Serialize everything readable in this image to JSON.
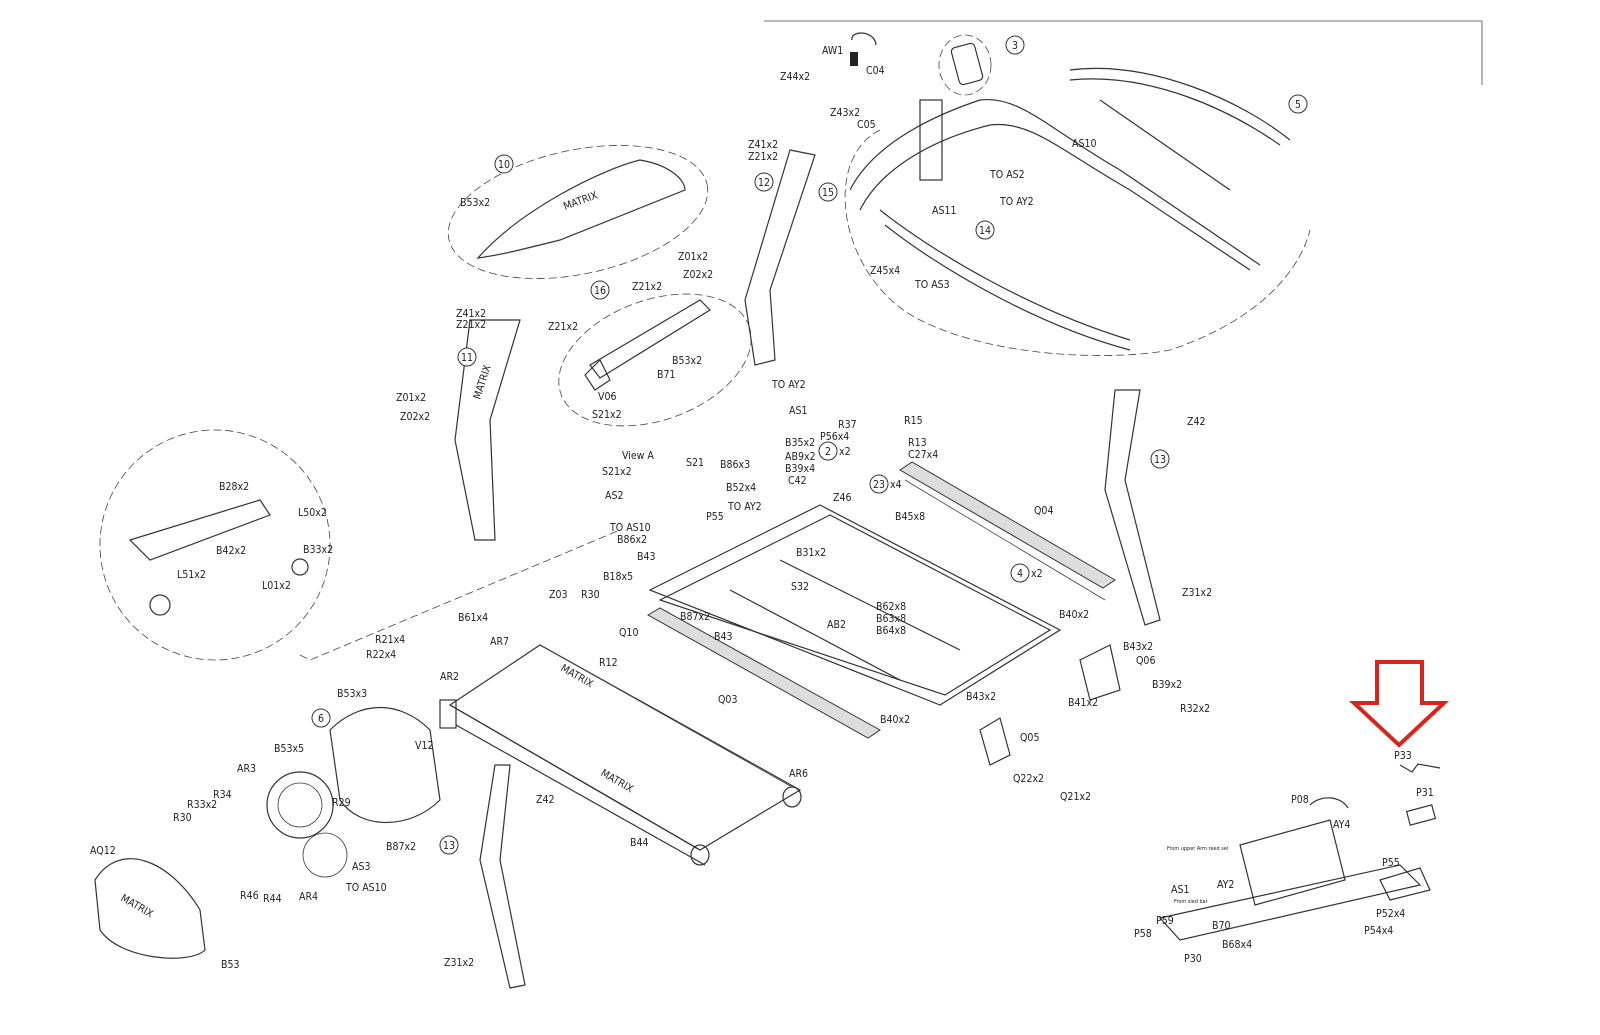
{
  "diagram": {
    "brand_text": [
      "MATRIX",
      "MATRIX",
      "MATRIX",
      "MATRIX",
      "MATRIX"
    ],
    "highlight_color": "#d9241c",
    "highlight_icon": "down-arrow-icon",
    "callouts": [
      "3",
      "5",
      "15",
      "14",
      "12",
      "10",
      "16",
      "11",
      "2",
      "23",
      "13",
      "4",
      "6",
      "13"
    ],
    "callout_suffix": {
      "2": "x2",
      "23": "x4",
      "4": "x2"
    },
    "labels": [
      "AW1",
      "C04",
      "Z44x2",
      "Z43x2",
      "C05",
      "AS10",
      "TO AS2",
      "TO AY2",
      "AS11",
      "Z45x4",
      "TO AS3",
      "Z41x2",
      "Z21x2",
      "B53x2",
      "Z01x2",
      "Z02x2",
      "Z21x2",
      "Z21x2",
      "Z41x2",
      "Z21x2",
      "Z01x2",
      "Z02x2",
      "B53x2",
      "B71",
      "V06",
      "S21x2",
      "TO AY2",
      "AS1",
      "R15",
      "R37",
      "P56x4",
      "R13",
      "C27x4",
      "B35x2",
      "AB9x2",
      "B86x3",
      "B39x4",
      "C42",
      "View A",
      "S21",
      "S21x2",
      "Z42",
      "AS2",
      "B52x4",
      "TO AY2",
      "Z46",
      "Q04",
      "B45x8",
      "P55",
      "TO AS10",
      "B86x2",
      "B31x2",
      "B43",
      "B18x5",
      "S32",
      "Z31x2",
      "B28x2",
      "L50x2",
      "B42x2",
      "B33x2",
      "L51x2",
      "L01x2",
      "B61x4",
      "Z03",
      "R30",
      "B87x2",
      "Q10",
      "B43",
      "AB2",
      "B62x8",
      "B63x8",
      "B64x8",
      "B40x2",
      "R21x4",
      "R22x4",
      "AR7",
      "R12",
      "B43x2",
      "Q06",
      "AR2",
      "B53x3",
      "B43x2",
      "Q03",
      "B41x2",
      "B39x2",
      "R32x2",
      "B53x5",
      "V12",
      "B40x2",
      "Q05",
      "AR3",
      "R34",
      "R33x2",
      "R29",
      "R30",
      "AR6",
      "Z42",
      "Q22x2",
      "Q21x2",
      "P33",
      "P31",
      "P08",
      "AY4",
      "AQ12",
      "B87x2",
      "B44",
      "AS3",
      "TO AS10",
      "R46",
      "R44",
      "AR4",
      "Z31x2",
      "B53",
      "AS1",
      "AY2",
      "P55",
      "P52x4",
      "P59",
      "B70",
      "P54x4",
      "P58",
      "B68x4",
      "P30",
      "From upper Arm reed sel",
      "From sled bar"
    ]
  }
}
